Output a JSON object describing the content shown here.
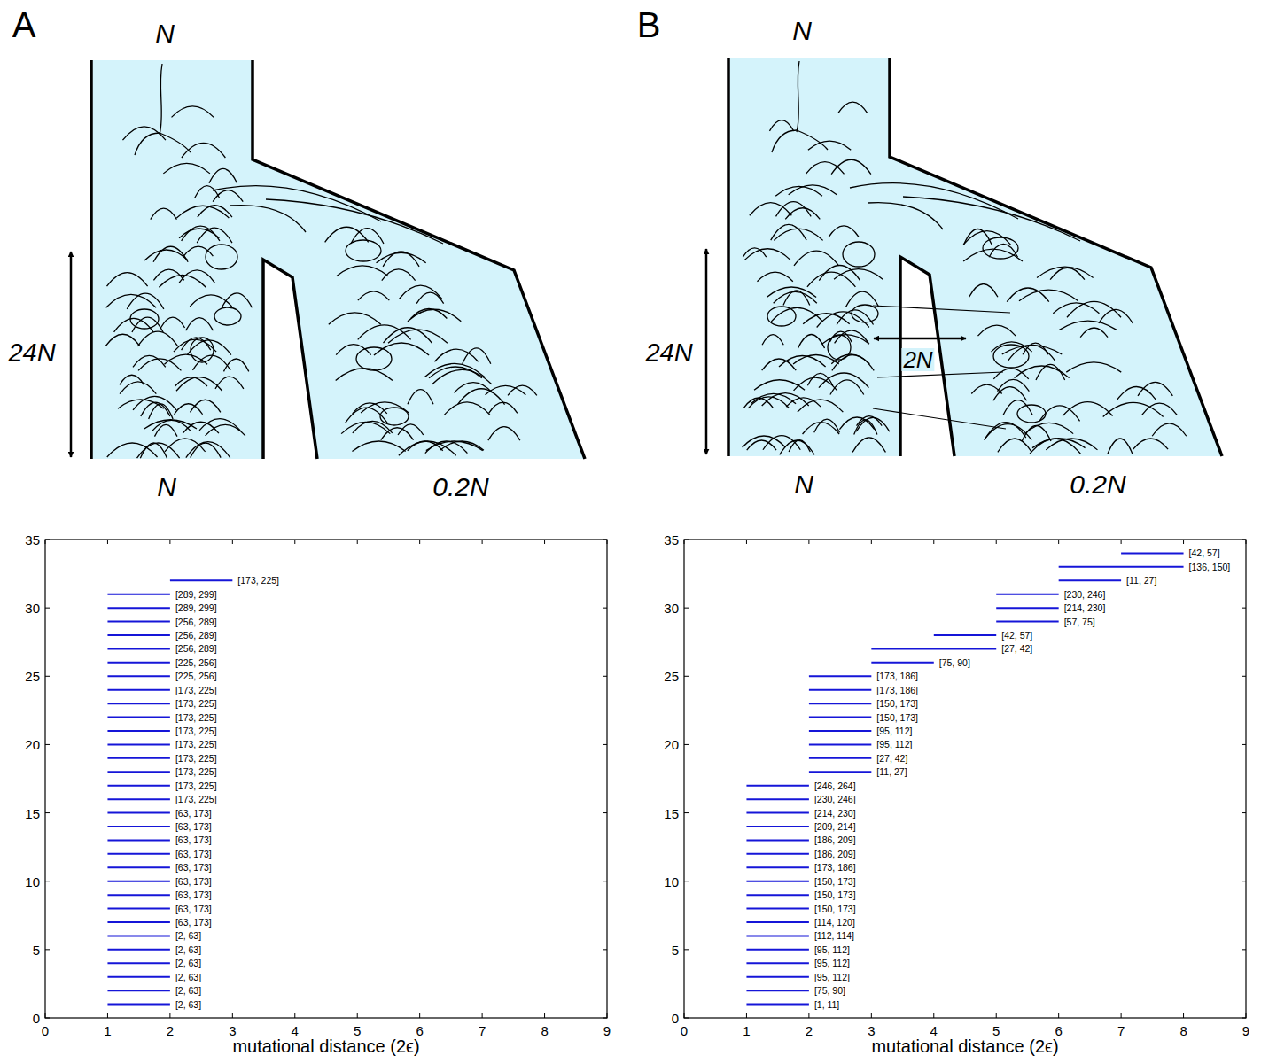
{
  "diagram": {
    "labels": [
      "A",
      "N",
      "24N",
      "N",
      "0.2N",
      "0",
      "1",
      "2",
      "3",
      "4",
      "5",
      "6",
      "7",
      "8",
      "9",
      "0",
      "5",
      "10",
      "15",
      "20",
      "25",
      "30",
      "35",
      "mutational distance (2ϵ)",
      "[2, 63]",
      "[2, 63]",
      "[2, 63]",
      "[2, 63]",
      "[2, 63]",
      "[2, 63]",
      "[63, 173]",
      "[63, 173]",
      "[63, 173]",
      "[63, 173]",
      "[63, 173]",
      "[63, 173]",
      "[63, 173]",
      "[63, 173]",
      "[63, 173]",
      "[173, 225]",
      "[173, 225]",
      "[173, 225]",
      "[173, 225]",
      "[173, 225]",
      "[173, 225]",
      "[173, 225]",
      "[173, 225]",
      "[173, 225]",
      "[225, 256]",
      "[225, 256]",
      "[256, 289]",
      "[256, 289]",
      "[256, 289]",
      "[289, 299]",
      "[289, 299]",
      "[173, 225]",
      "B",
      "N",
      "24N",
      "2N",
      "N",
      "0.2N",
      "0",
      "1",
      "2",
      "3",
      "4",
      "5",
      "6",
      "7",
      "8",
      "9",
      "0",
      "5",
      "10",
      "15",
      "20",
      "25",
      "30",
      "35",
      "mutational distance (2ϵ)",
      "[1, 11]",
      "[75, 90]",
      "[95, 112]",
      "[95, 112]",
      "[95, 112]",
      "[112, 114]",
      "[114, 120]",
      "[150, 173]",
      "[150, 173]",
      "[150, 173]",
      "[173, 186]",
      "[186, 209]",
      "[186, 209]",
      "[209, 214]",
      "[214, 230]",
      "[230, 246]",
      "[246, 264]",
      "[11, 27]",
      "[27, 42]",
      "[95, 112]",
      "[95, 112]",
      "[150, 173]",
      "[150, 173]",
      "[173, 186]",
      "[173, 186]",
      "[75, 90]",
      "[27, 42]",
      "[42, 57]",
      "[57, 75]",
      "[214, 230]",
      "[230, 246]",
      "[11, 27]",
      "[136, 150]",
      "[42, 57]"
    ]
  }
}
